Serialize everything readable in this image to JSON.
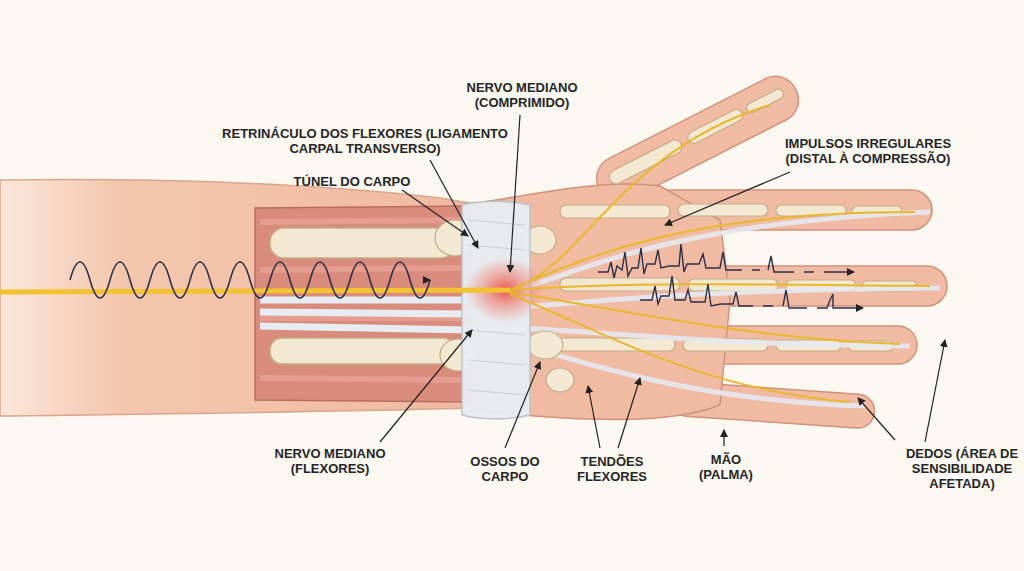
{
  "diagram": {
    "labels": [
      "NERVO MEDIANO (COMPRIMIDO)",
      "RETRINÁCULO DOS FLEXORES (LIGAMENTO CARPAL TRANSVERSO)",
      "TÚNEL DO CARPO",
      "IMPULSOS IRREGULARES (DISTAL À COMPRESSÃO)",
      "NERVO MEDIANO (FLEXORES)",
      "OSSOS DO CARPO",
      "TENDÕES FLEXORES",
      "MÃO (PALMA)",
      "DEDOS (ÁREA DE SENSIBILIDADE AFETADA)"
    ]
  }
}
